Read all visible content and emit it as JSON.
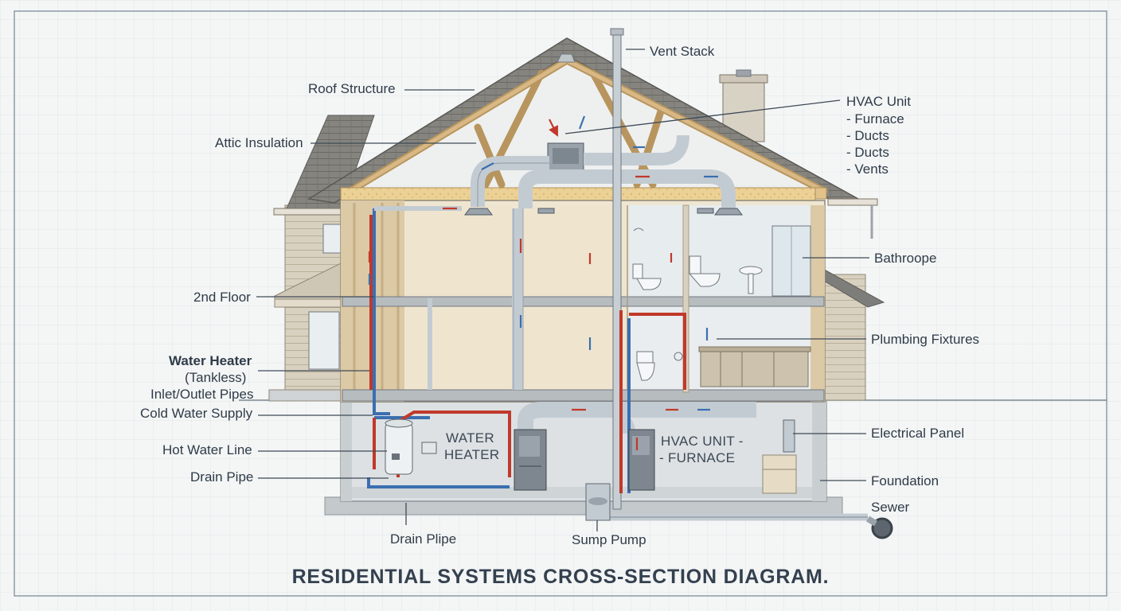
{
  "title": "RESIDENTIAL SYSTEMS CROSS-SECTION DIAGRAM.",
  "callouts": {
    "vent_stack": "Vent Stack",
    "roof_structure": "Roof Structure",
    "attic_insulation": "Attic Insulation",
    "hvac_unit_title": "HVAC Unit",
    "hvac_items": [
      "- Furnace",
      "- Ducts",
      "- Ducts",
      "- Vents"
    ],
    "bathroom": "Bathroope",
    "second_floor": "2nd Floor",
    "plumbing_fixtures": "Plumbing Fixtures",
    "water_heater": "Water Heater",
    "tankless": "(Tankless)",
    "inlet_outlet": "Inlet/Outlet Pipes",
    "cold_water_supply": "Cold Water Supply",
    "hot_water_line": "Hot Water Line",
    "drain_pipe_left": "Drain Pipe",
    "electrical_panel": "Electrical Panel",
    "foundation": "Foundation",
    "sewer": "Sewer",
    "drain_pipe_bottom": "Drain Plipe",
    "sump_pump": "Sump Pump"
  },
  "room_labels": {
    "water_heater_1": "WATER",
    "water_heater_2": "HEATER",
    "hvac_furnace_1": "HVAC UNIT -",
    "hvac_furnace_2": "- FURNACE"
  },
  "colors": {
    "background": "#f4f6f6",
    "grid": "#dfe5e8",
    "wall_siding": "#d8cfbd",
    "roof_shingle": "#7d7d7a",
    "rafter_wood": "#c9a877",
    "insulation": "#e8c98a",
    "interior_wall": "#ece3cf",
    "duct_metal": "#c3cbd2",
    "hot_water": "#c0392b",
    "cold_water": "#3a6fb0",
    "basement": "#d7dbdd",
    "text": "#2f3b48"
  }
}
